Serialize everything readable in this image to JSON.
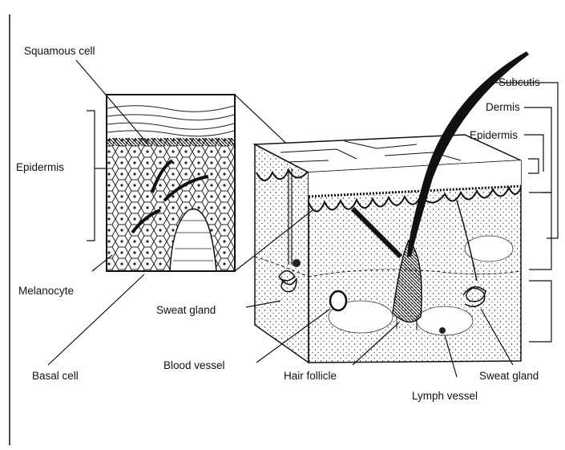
{
  "labels": {
    "squamous_cell": "Squamous cell",
    "epidermis_inset": "Epidermis",
    "melanocyte": "Melanocyte",
    "basal_cell": "Basal cell",
    "sweat_gland_left": "Sweat gland",
    "blood_vessel": "Blood vessel",
    "hair_follicle": "Hair follicle",
    "lymph_vessel": "Lymph vessel",
    "sweat_gland_right": "Sweat gland",
    "subcutis": "Subcutis",
    "dermis": "Dermis",
    "epidermis_layers": "Epidermis"
  },
  "colors": {
    "ink": "#111111",
    "paper": "#ffffff"
  }
}
